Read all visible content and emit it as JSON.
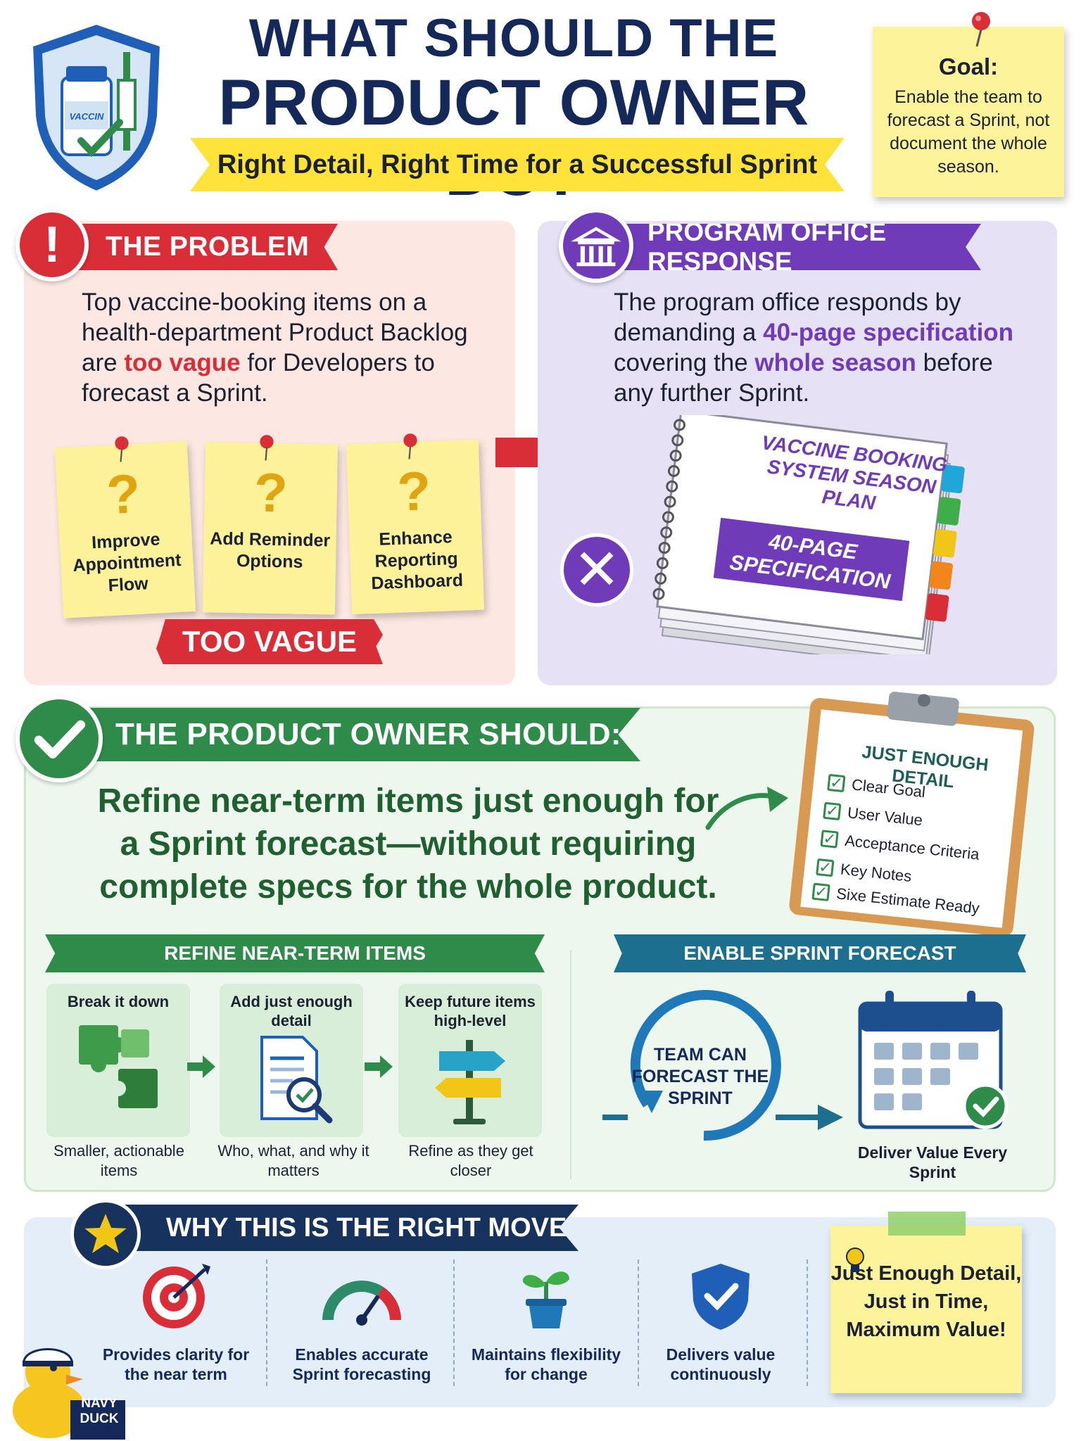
{
  "header": {
    "title_line1": "WHAT SHOULD THE",
    "title_line2": "PRODUCT OWNER DO?",
    "subtitle": "Right Detail, Right Time for a Successful Sprint",
    "shield_label": "VACCIN"
  },
  "goal": {
    "title": "Goal:",
    "body": "Enable the team to forecast a Sprint, not document the whole season."
  },
  "problem": {
    "heading": "THE PROBLEM",
    "text_before": "Top vaccine-booking items on a health-department Product Backlog are ",
    "text_highlight": "too vague",
    "text_after": " for Developers to forecast a Sprint.",
    "notes": [
      {
        "symbol": "?",
        "label": "Improve Appointment Flow"
      },
      {
        "symbol": "?",
        "label": "Add Reminder Options"
      },
      {
        "symbol": "?",
        "label": "Enhance Reporting Dashboard"
      }
    ],
    "stamp": "TOO VAGUE"
  },
  "office": {
    "heading": "PROGRAM OFFICE RESPONSE",
    "text_part1": "The program office responds by demanding a ",
    "text_hl1": "40-page specification",
    "text_part2": " covering the ",
    "text_hl2": "whole season",
    "text_part3": " before any further Sprint.",
    "book_title": "VACCINE BOOKING SYSTEM SEASON PLAN",
    "book_label": "40-PAGE SPECIFICATION"
  },
  "should": {
    "heading": "THE PRODUCT OWNER SHOULD:",
    "statement": "Refine near-term items just enough for a Sprint forecast—without requiring complete specs for the whole product.",
    "clipboard_title": "JUST ENOUGH DETAIL",
    "clipboard_items": [
      "Clear Goal",
      "User Value",
      "Acceptance Criteria",
      "Key Notes",
      "Sixe Estimate Ready"
    ]
  },
  "refine": {
    "heading": "REFINE NEAR-TERM ITEMS",
    "steps": [
      {
        "title": "Break it down",
        "caption": "Smaller, actionable items",
        "icon": "puzzle-icon"
      },
      {
        "title": "Add just enough detail",
        "caption": "Who, what, and why it matters",
        "icon": "document-search-icon"
      },
      {
        "title": "Keep future items high-level",
        "caption": "Refine as they get closer",
        "icon": "signpost-icon"
      }
    ]
  },
  "forecast": {
    "heading": "ENABLE SPRINT FORECAST",
    "ring_text": "TEAM CAN FORECAST THE SPRINT",
    "deliver_text": "Deliver Value Every Sprint"
  },
  "why": {
    "heading": "WHY THIS IS THE RIGHT MOVE",
    "items": [
      {
        "label": "Provides clarity for the near term",
        "icon": "target-icon"
      },
      {
        "label": "Enables accurate Sprint forecasting",
        "icon": "gauge-icon"
      },
      {
        "label": "Maintains flexibility for change",
        "icon": "plant-icon"
      },
      {
        "label": "Delivers value continuously",
        "icon": "shield-check-icon"
      }
    ],
    "note": "Just Enough Detail, Just in Time, Maximum Value!"
  },
  "branding": {
    "duck_label": "NAVY DUCK"
  },
  "colors": {
    "navy": "#15285a",
    "red": "#d92d37",
    "purple": "#6f3bb8",
    "green": "#2e8b4a",
    "teal": "#1d6f8f",
    "yellow_note": "#fdf39a",
    "ribbon_yellow": "#ffe23a"
  }
}
